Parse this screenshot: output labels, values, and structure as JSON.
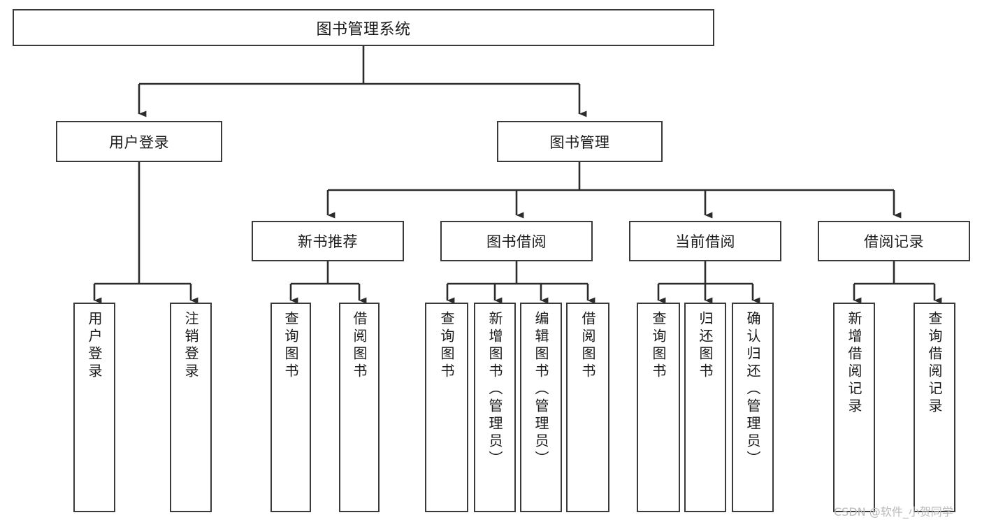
{
  "diagram": {
    "type": "tree",
    "title": "图书管理系统",
    "orientation": "top-down",
    "colors": {
      "box_border": "#3a3a3a",
      "box_fill": "#ffffff",
      "connector": "#2b2b2b",
      "text": "#1a1a1a",
      "watermark": "#b9b9b9",
      "background": "#ffffff"
    },
    "nodes": {
      "root": {
        "label": "图书管理系统",
        "level": 0,
        "text_direction": "horizontal"
      },
      "level1": [
        {
          "id": "user-login",
          "label": "用户登录",
          "text_direction": "horizontal"
        },
        {
          "id": "book-management",
          "label": "图书管理",
          "text_direction": "horizontal"
        }
      ],
      "level2": [
        {
          "id": "new-book-recommend",
          "label": "新书推荐",
          "text_direction": "horizontal",
          "parent": "book-management"
        },
        {
          "id": "book-borrow",
          "label": "图书借阅",
          "text_direction": "horizontal",
          "parent": "book-management"
        },
        {
          "id": "current-borrow",
          "label": "当前借阅",
          "text_direction": "horizontal",
          "parent": "book-management"
        },
        {
          "id": "borrow-record",
          "label": "借阅记录",
          "text_direction": "horizontal",
          "parent": "book-management"
        }
      ],
      "leaves": [
        {
          "id": "leaf-user-login",
          "label": "用户登录",
          "text_direction": "vertical",
          "parent": "user-login"
        },
        {
          "id": "leaf-user-logout",
          "label": "注销登录",
          "text_direction": "vertical",
          "parent": "user-login"
        },
        {
          "id": "leaf-query-book-1",
          "label": "查询图书",
          "text_direction": "vertical",
          "parent": "new-book-recommend"
        },
        {
          "id": "leaf-borrow-book-1",
          "label": "借阅图书",
          "text_direction": "vertical",
          "parent": "new-book-recommend"
        },
        {
          "id": "leaf-query-book-2",
          "label": "查询图书",
          "text_direction": "vertical",
          "parent": "book-borrow"
        },
        {
          "id": "leaf-add-book",
          "label": "新增图书（管理员）",
          "text_direction": "vertical",
          "parent": "book-borrow"
        },
        {
          "id": "leaf-edit-book",
          "label": "编辑图书（管理员）",
          "text_direction": "vertical",
          "parent": "book-borrow"
        },
        {
          "id": "leaf-borrow-book-2",
          "label": "借阅图书",
          "text_direction": "vertical",
          "parent": "book-borrow"
        },
        {
          "id": "leaf-query-book-3",
          "label": "查询图书",
          "text_direction": "vertical",
          "parent": "current-borrow"
        },
        {
          "id": "leaf-return-book",
          "label": "归还图书",
          "text_direction": "vertical",
          "parent": "current-borrow"
        },
        {
          "id": "leaf-confirm-return",
          "label": "确认归还（管理员）",
          "text_direction": "vertical",
          "parent": "current-borrow"
        },
        {
          "id": "leaf-add-record",
          "label": "新增借阅记录",
          "text_direction": "vertical",
          "parent": "borrow-record"
        },
        {
          "id": "leaf-query-record",
          "label": "查询借阅记录",
          "text_direction": "vertical",
          "parent": "borrow-record"
        }
      ]
    }
  },
  "watermark": {
    "text": "CSDN @软件_小贺同学"
  }
}
